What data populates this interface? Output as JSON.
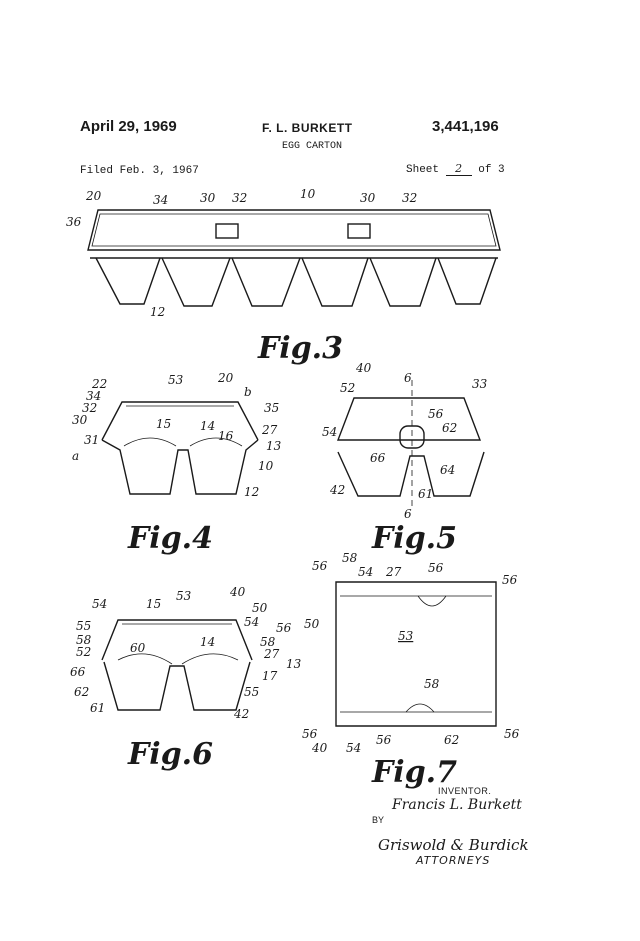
{
  "header": {
    "date": "April 29, 1969",
    "inventor": "F. L. BURKETT",
    "patent_number": "3,441,196",
    "title": "EGG CARTON",
    "filed": "Filed Feb. 3, 1967",
    "sheet_prefix": "Sheet",
    "sheet_number": "2",
    "sheet_suffix": "of 3"
  },
  "figures": {
    "fig3": {
      "label": "Fig.3",
      "refs": [
        "20",
        "34",
        "30",
        "32",
        "10",
        "30",
        "32",
        "36",
        "12"
      ]
    },
    "fig4": {
      "label": "Fig.4",
      "refs": [
        "53",
        "20",
        "22",
        "34",
        "32",
        "30",
        "31",
        "a",
        "b",
        "35",
        "15",
        "14",
        "16",
        "27",
        "13",
        "10",
        "12"
      ]
    },
    "fig5": {
      "label": "Fig.5",
      "refs": [
        "40",
        "6",
        "52",
        "33",
        "54",
        "56",
        "62",
        "66",
        "64",
        "42",
        "61",
        "6"
      ]
    },
    "fig6": {
      "label": "Fig.6",
      "refs": [
        "53",
        "40",
        "54",
        "15",
        "50",
        "55",
        "54",
        "56",
        "58",
        "52",
        "60",
        "14",
        "58",
        "27",
        "66",
        "13",
        "17",
        "62",
        "61",
        "55",
        "42"
      ]
    },
    "fig7": {
      "label": "Fig.7",
      "refs": [
        "56",
        "58",
        "54",
        "27",
        "56",
        "56",
        "50",
        "53",
        "58",
        "56",
        "56",
        "40",
        "54",
        "62",
        "56"
      ]
    }
  },
  "signatures": {
    "inventor_label": "INVENTOR.",
    "inventor_name": "Francis L. Burkett",
    "by": "BY",
    "attorneys_name": "Griswold & Burdick",
    "attorneys_label": "ATTORNEYS"
  }
}
